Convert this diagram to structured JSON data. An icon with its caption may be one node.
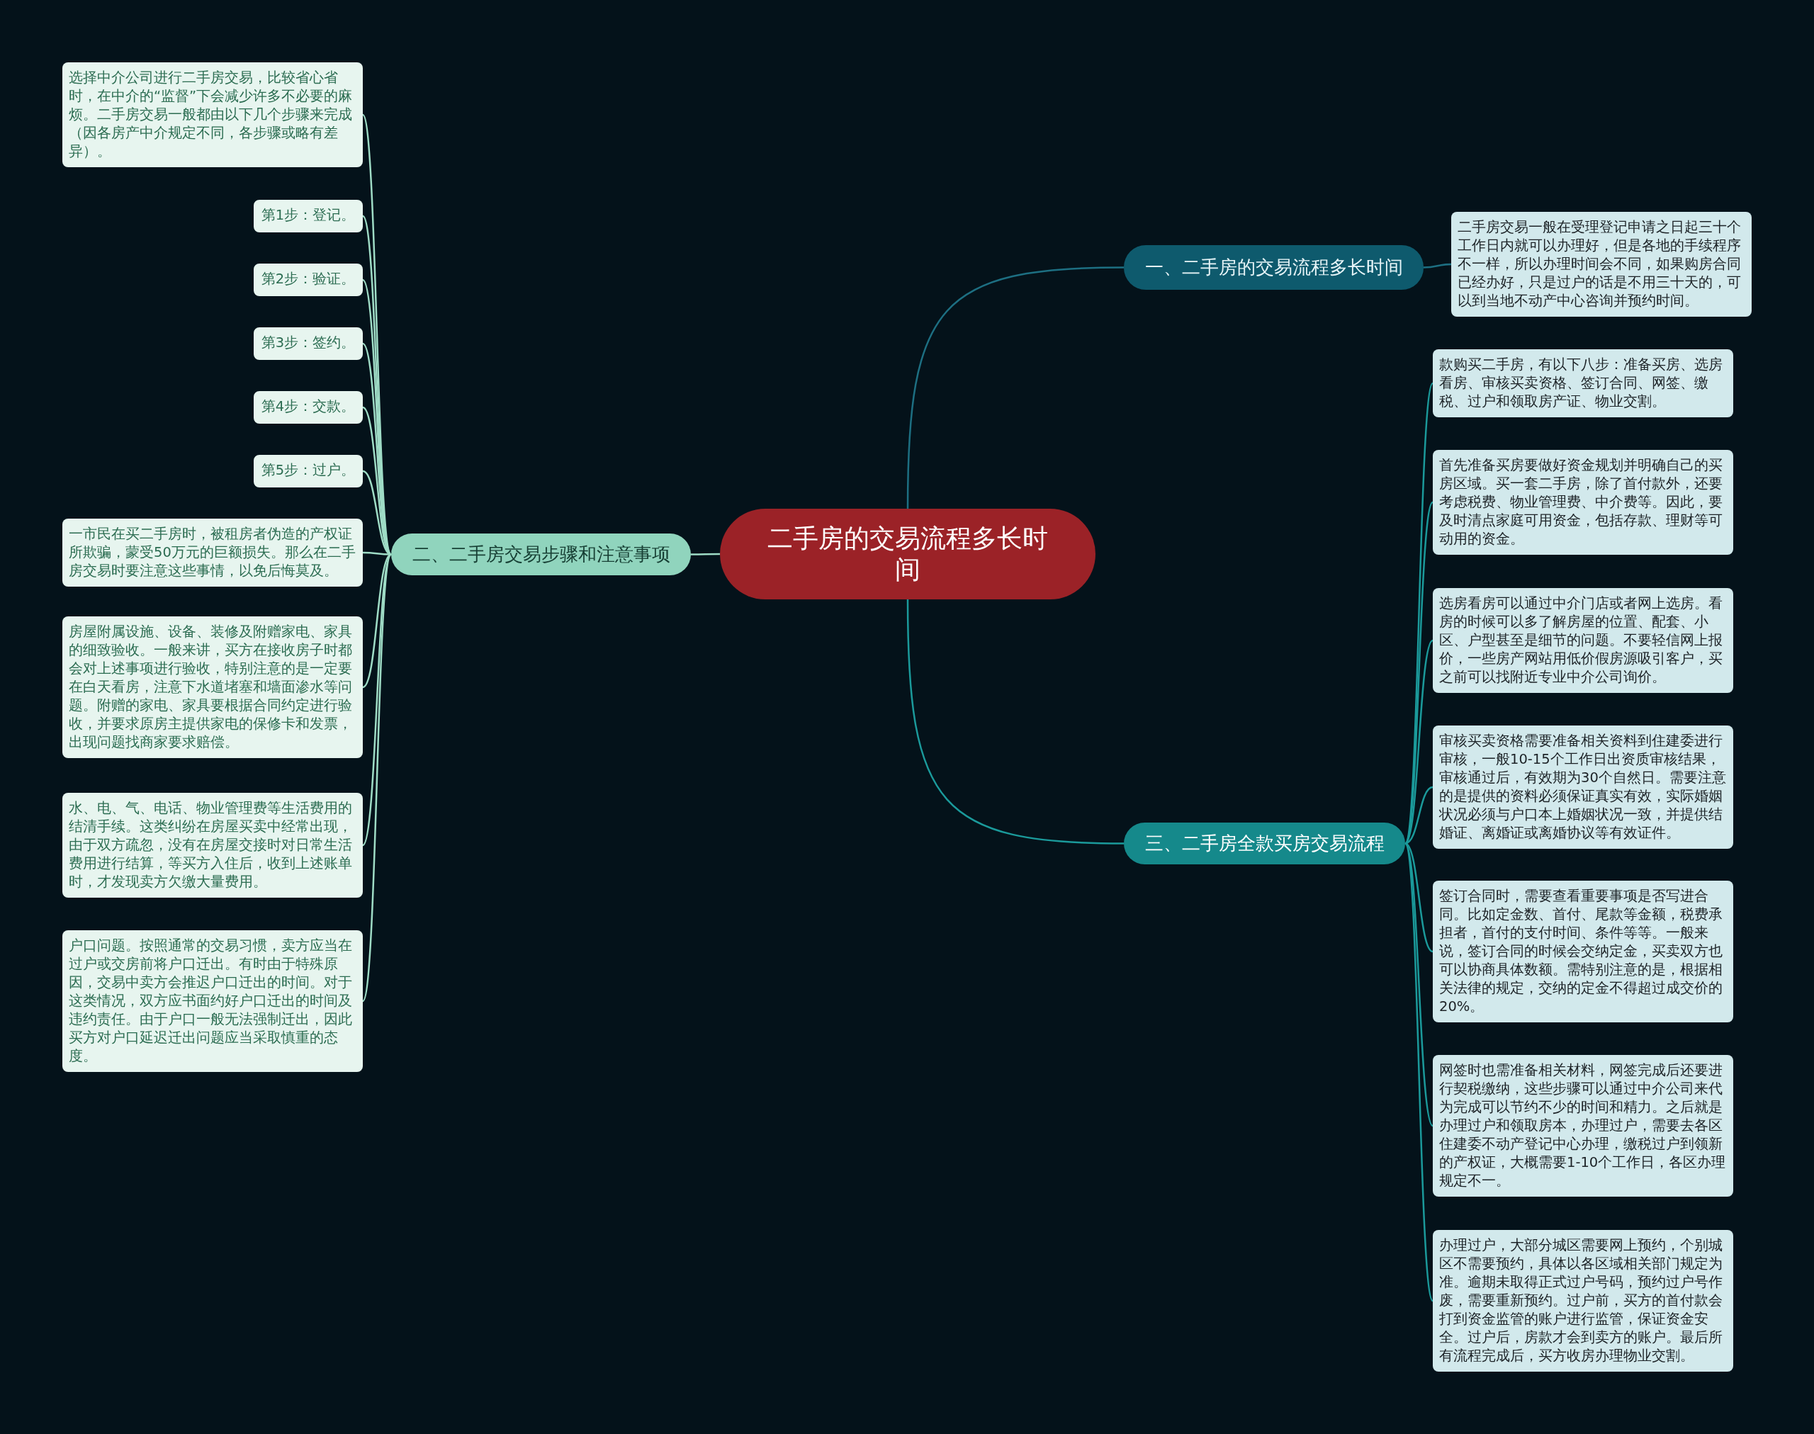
{
  "diagram": {
    "nodes": [
      {
        "text": [
          "二手房的交易流程多长时间"
        ]
      },
      {
        "text": [
          "一、二手房的交易流程多长时间"
        ]
      },
      {
        "text": [
          "二手房交易一般在受理登记申请之日起三十个工作日内就可以办理好，但是各地的手续程序不一样，所以办理时间会不同，如果购房合同已经办好，只是过户的话是不用三十天的，可以到当地不动产中心咨询并预约时间。"
        ]
      },
      {
        "text": [
          "二、二手房交易步骤和注意事项"
        ]
      },
      {
        "text": [
          "选择中介公司进行二手房交易，比较省心省时，在中介的“监督”下会减少许多不必要的麻烦。二手房交易一般都由以下几个步骤来完成（因各房产中介规定不同，各步骤或略有差异）。"
        ]
      },
      {
        "text": [
          "第1步：登记。"
        ]
      },
      {
        "text": [
          "第2步：验证。"
        ]
      },
      {
        "text": [
          "第3步：签约。"
        ]
      },
      {
        "text": [
          "第4步：交款。"
        ]
      },
      {
        "text": [
          "第5步：过户。"
        ]
      },
      {
        "text": [
          "一市民在买二手房时，被租房者伪造的产权证所欺骗，蒙受50万元的巨额损失。那么在二手房交易时要注意这些事情，以免后悔莫及。"
        ]
      },
      {
        "text": [
          "房屋附属设施、设备、装修及附赠家电、家具的细致验收。一般来讲，买方在接收房子时都会对上述事项进行验收，特别注意的是一定要在白天看房，注意下水道堵塞和墙面渗水等问题。附赠的家电、家具要根据合同约定进行验收，并要求原房主提供家电的保修卡和发票，出现问题找商家要求赔偿。"
        ]
      },
      {
        "text": [
          "水、电、气、电话、物业管理费等生活费用的结清手续。这类纠纷在房屋买卖中经常出现，由于双方疏忽，没有在房屋交接时对日常生活费用进行结算，等买方入住后，收到上述账单时，才发现卖方欠缴大量费用。"
        ]
      },
      {
        "text": [
          "户口问题。按照通常的交易习惯，卖方应当在过户或交房前将户口迁出。有时由于特殊原因，交易中卖方会推迟户口迁出的时间。对于这类情况，双方应书面约好户口迁出的时间及违约责任。由于户口一般无法强制迁出，因此买方对户口延迟迁出问题应当采取慎重的态度。"
        ]
      },
      {
        "text": [
          "三、二手房全款买房交易流程"
        ]
      },
      {
        "text": [
          "款购买二手房，有以下八步：准备买房、选房看房、审核买卖资格、签订合同、网签、缴税、过户和领取房产证、物业交割。"
        ]
      },
      {
        "text": [
          "首先准备买房要做好资金规划并明确自己的买房区域。买一套二手房，除了首付款外，还要考虑税费、物业管理费、中介费等。因此，要及时清点家庭可用资金，包括存款、理财等可动用的资金。"
        ]
      },
      {
        "text": [
          "选房看房可以通过中介门店或者网上选房。看房的时候可以多了解房屋的位置、配套、小区、户型甚至是细节的问题。不要轻信网上报价，一些房产网站用低价假房源吸引客户，买之前可以找附近专业中介公司询价。"
        ]
      },
      {
        "text": [
          "审核买卖资格需要准备相关资料到住建委进行审核，一般10-15个工作日出资质审核结果，审核通过后，有效期为30个自然日。需要注意的是提供的资料必须保证真实有效，实际婚姻状况必须与户口本上婚姻状况一致，并提供结婚证、离婚证或离婚协议等有效证件。"
        ]
      },
      {
        "text": [
          "签订合同时，需要查看重要事项是否写进合同。比如定金数、首付、尾款等金额，税费承担者，首付的支付时间、条件等等。一般来说，签订合同的时候会交纳定金，买卖双方也可以协商具体数额。需特别注意的是，根据相关法律的规定，交纳的定金不得超过成交价的20%。"
        ]
      },
      {
        "text": [
          "网签时也需准备相关材料，网签完成后还要进行契税缴纳，这些步骤可以通过中介公司来代为完成可以节约不少的时间和精力。之后就是办理过户和领取房本，办理过户，需要去各区住建委不动产登记中心办理，缴税过户到领新的产权证，大概需要1-10个工作日，各区办理规定不一。"
        ]
      },
      {
        "text": [
          "办理过户，大部分城区需要网上预约，个别城区不需要预约，具体以各区域相关部门规定为准。逾期未取得正式过户号码，预约过户号作废，需要重新预约。过户前，买方的首付款会打到资金监管的账户进行监管，保证资金安全。过户后，房款才会到卖方的账户。最后所有流程完成后，买方收房办理物业交割。"
        ]
      }
    ],
    "edges": [
      {
        "from": 0,
        "to": 1,
        "arrow": "none",
        "color": "#1d6f82"
      },
      {
        "from": 1,
        "to": 2,
        "arrow": "none",
        "color": "#1d6f82"
      },
      {
        "from": 0,
        "to": 3,
        "arrow": "none"
      },
      {
        "from": 3,
        "to": 4,
        "arrow": "none"
      },
      {
        "from": 3,
        "to": 5,
        "arrow": "none"
      },
      {
        "from": 3,
        "to": 6,
        "arrow": "none"
      },
      {
        "from": 3,
        "to": 7,
        "arrow": "none"
      },
      {
        "from": 3,
        "to": 8,
        "arrow": "none"
      },
      {
        "from": 3,
        "to": 9,
        "arrow": "none"
      },
      {
        "from": 3,
        "to": 10,
        "arrow": "none"
      },
      {
        "from": 3,
        "to": 11,
        "arrow": "none"
      },
      {
        "from": 3,
        "to": 12,
        "arrow": "none"
      },
      {
        "from": 3,
        "to": 13,
        "arrow": "none"
      },
      {
        "from": 0,
        "to": 14,
        "arrow": "none",
        "color": "#1b9a9b"
      },
      {
        "from": 14,
        "to": 15,
        "arrow": "none",
        "color": "#1b9a9b"
      },
      {
        "from": 14,
        "to": 16,
        "arrow": "none",
        "color": "#1b9a9b"
      },
      {
        "from": 14,
        "to": 17,
        "arrow": "none",
        "color": "#1b9a9b"
      },
      {
        "from": 14,
        "to": 18,
        "arrow": "none",
        "color": "#1b9a9b"
      },
      {
        "from": 14,
        "to": 19,
        "arrow": "none",
        "color": "#1b9a9b"
      },
      {
        "from": 14,
        "to": 20,
        "arrow": "none",
        "color": "#1b9a9b"
      },
      {
        "from": 14,
        "to": 21,
        "arrow": "none",
        "color": "#1b9a9b"
      }
    ]
  }
}
